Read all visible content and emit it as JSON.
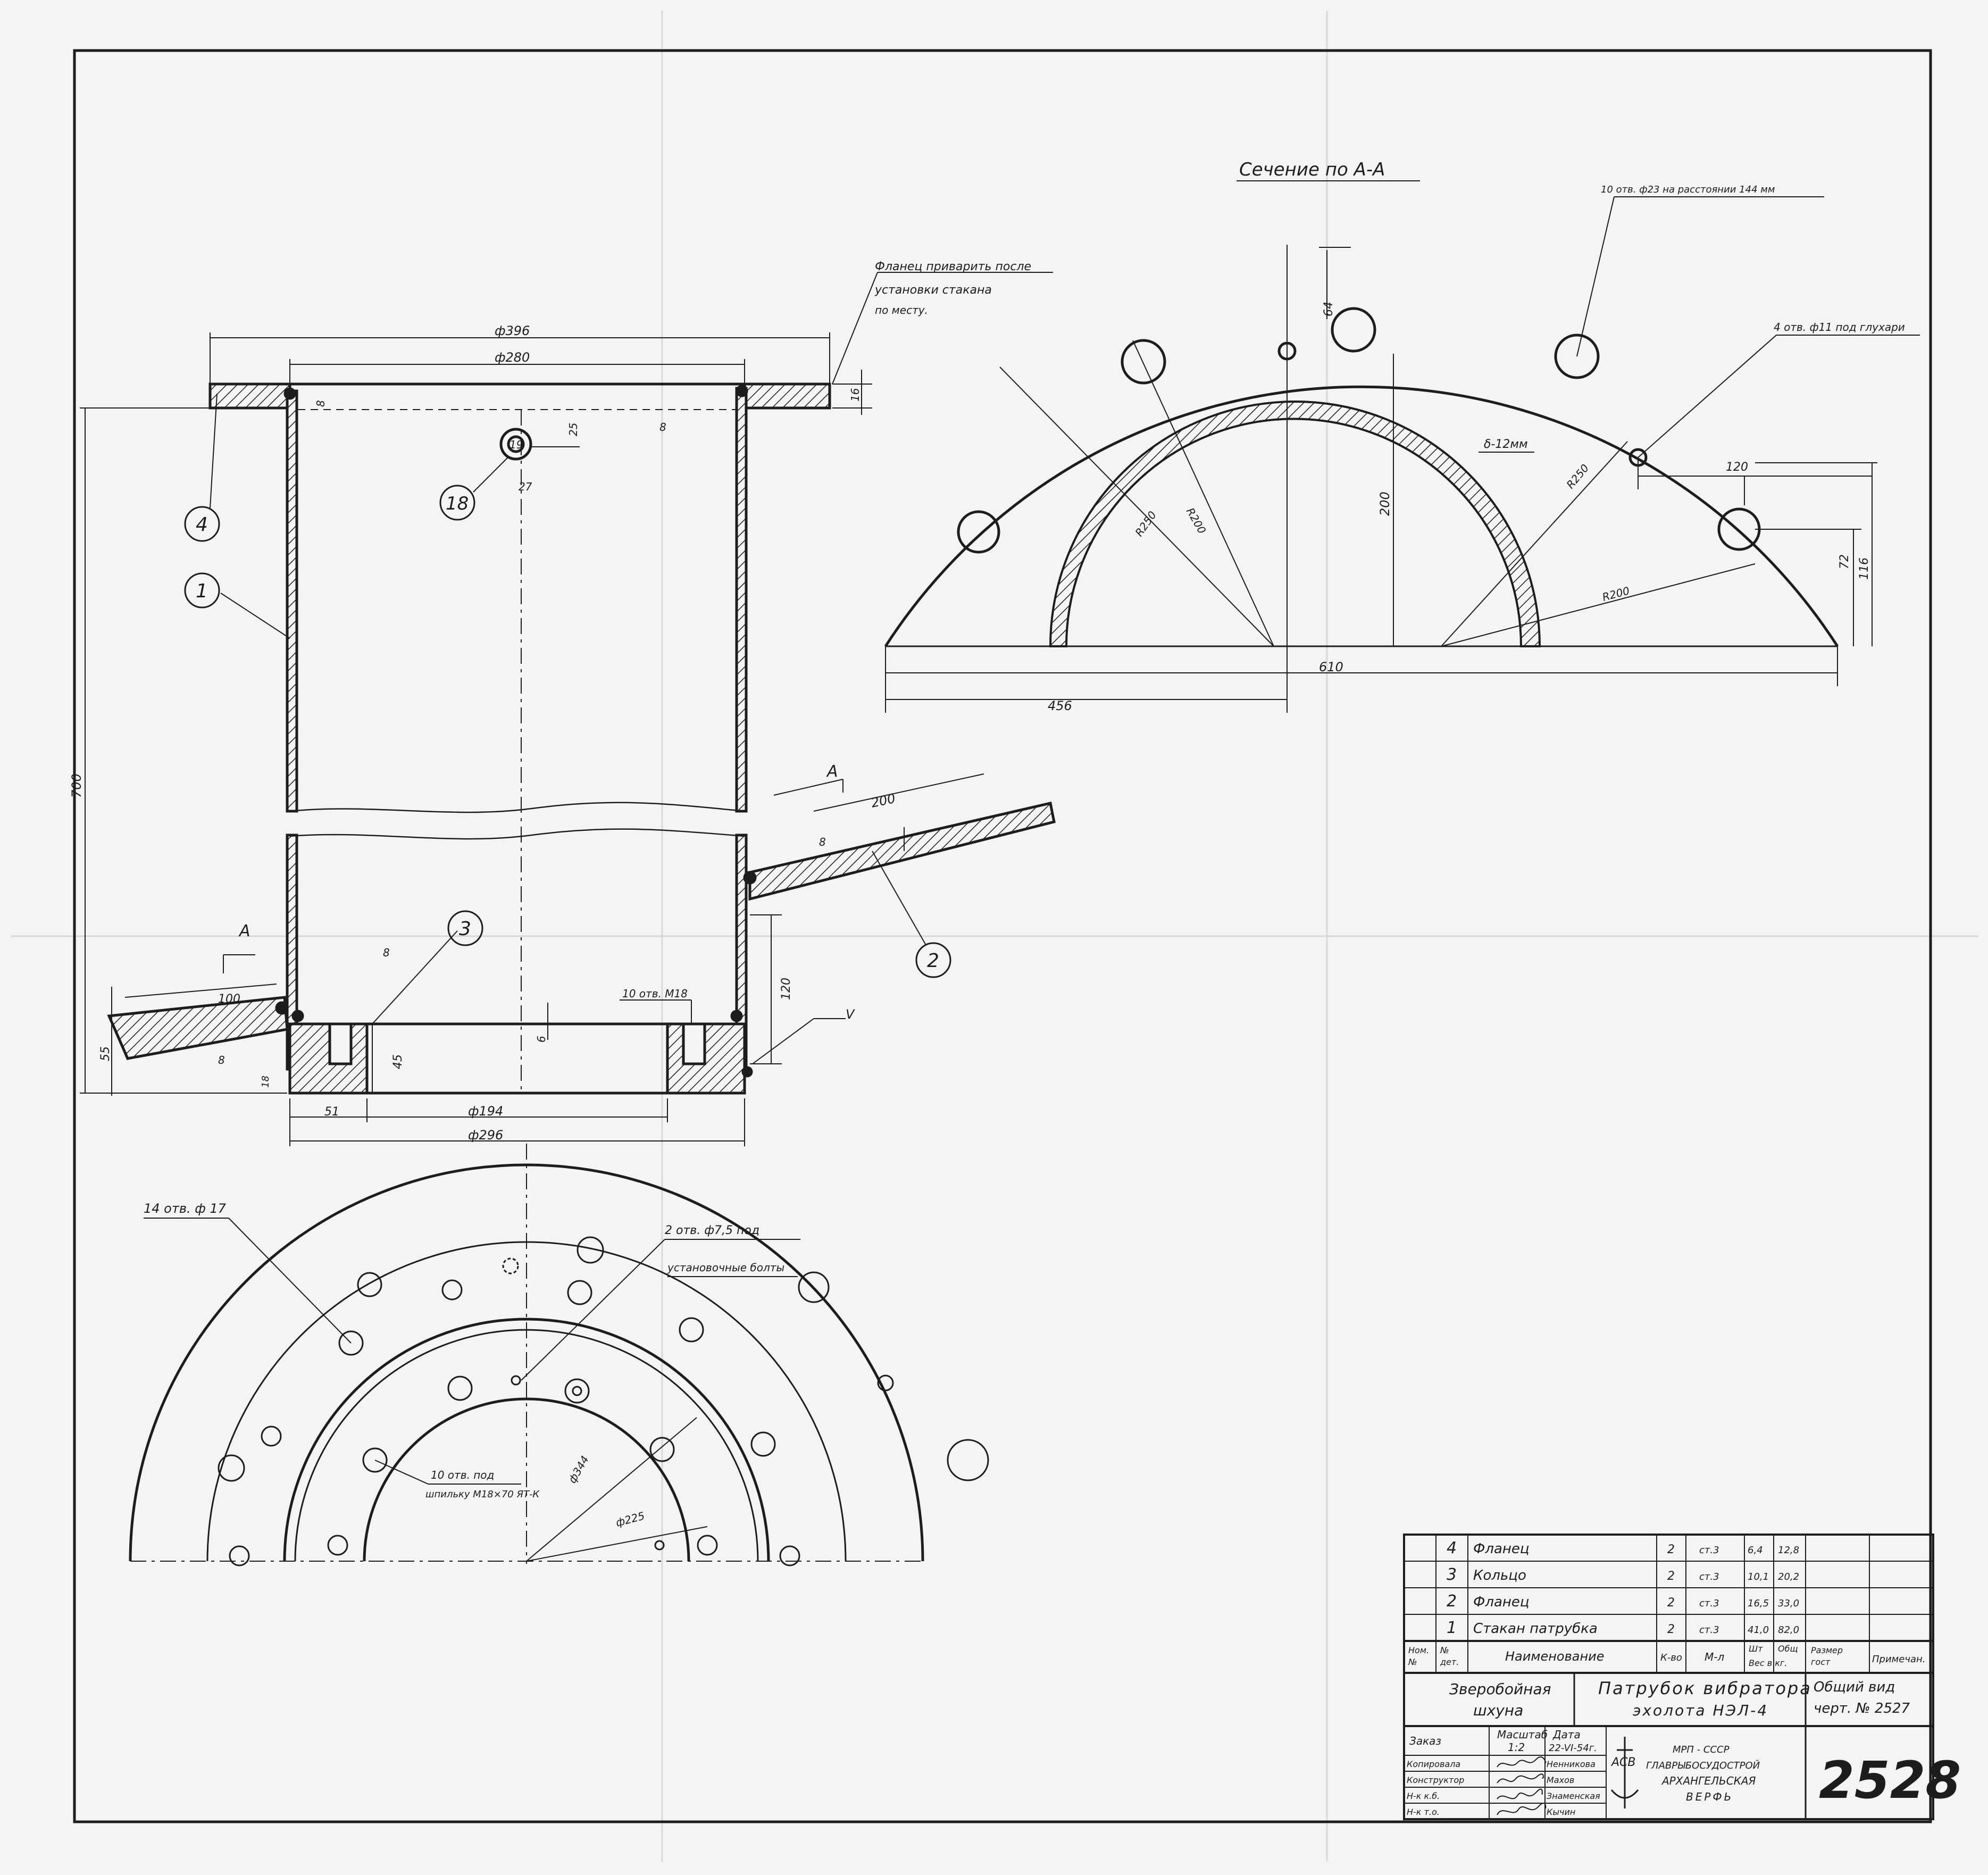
{
  "section": {
    "title": "Сечение по А-А",
    "note_holes_23": "10 отв. ф23 на расстоянии 144 мм",
    "note_holes_11": "4 отв. ф11 под глухари",
    "thickness": "δ-12мм",
    "dims": {
      "d64": "64",
      "d200": "200",
      "d120": "120",
      "d116": "116",
      "d72": "72",
      "d610": "610",
      "d456": "456"
    },
    "radii": {
      "r250a": "R250",
      "r200a": "R200",
      "r250b": "R250",
      "r200b": "R200"
    }
  },
  "elevation": {
    "note_weld": [
      "Фланец приварить после",
      "установки стакана",
      "по месту."
    ],
    "dims": {
      "d396": "ф396",
      "d280": "ф280",
      "d16": "16",
      "d8a": "8",
      "d8b": "8",
      "d25": "25",
      "d19": "19",
      "d27": "27",
      "d700": "700",
      "dA1": "А",
      "d200": "200",
      "d8c": "8",
      "dA2": "А",
      "d8d": "8",
      "d100": "100",
      "d120": "120",
      "holes": "10 отв.  М18",
      "d55": "55",
      "d8e": "8",
      "d18": "18",
      "d45": "45",
      "d6": "6",
      "dV": "V",
      "d51": "51",
      "d194": "ф194",
      "d296": "ф296"
    },
    "callouts": {
      "c1": "1",
      "c2": "2",
      "c3": "3",
      "c4": "4",
      "c18": "18"
    }
  },
  "plan": {
    "note_holes_17": "14 отв. ф 17",
    "note_bolts": [
      "2 отв. ф7,5 под",
      "установочные болты"
    ],
    "note_studs": [
      "10 отв. под",
      "шпильку М18×70 ЯТ-К"
    ],
    "d344": "ф344",
    "d225": "ф225"
  },
  "bom": {
    "rows": [
      {
        "num": "4",
        "name": "Фланец",
        "qty": "2",
        "mat": "ст.3",
        "unit": "6,4",
        "total": "12,8",
        "size": "",
        "note": ""
      },
      {
        "num": "3",
        "name": "Кольцо",
        "qty": "2",
        "mat": "ст.3",
        "unit": "10,1",
        "total": "20,2",
        "size": "",
        "note": ""
      },
      {
        "num": "2",
        "name": "Фланец",
        "qty": "2",
        "mat": "ст.3",
        "unit": "16,5",
        "total": "33,0",
        "size": "",
        "note": ""
      },
      {
        "num": "1",
        "name": "Стакан патрубка",
        "qty": "2",
        "mat": "ст.3",
        "unit": "41,0",
        "total": "82,0",
        "size": "",
        "note": ""
      }
    ],
    "header": {
      "num": [
        "Ном.",
        "№"
      ],
      "det": [
        "№",
        "дет."
      ],
      "name": "Наименование",
      "qty": "К-во",
      "mat": "М-л",
      "w1": "Шт",
      "w2": "Общ",
      "w3": "Вес в кг.",
      "size": [
        "Размер",
        "гост"
      ],
      "note": "Примечан."
    }
  },
  "titleblock": {
    "vessel": [
      "Зверобойная",
      "шхуна"
    ],
    "title": [
      "Патрубок вибратора",
      "эхолота НЭЛ-4"
    ],
    "ref": [
      "Общий вид",
      "черт. № 2527"
    ],
    "order": "Заказ",
    "scale_label": "Масштаб",
    "scale": "1:2",
    "date_label": "Дата",
    "date": "22-VI-54г.",
    "roles": [
      "Копировала",
      "Конструктор",
      "Н-к к.б.",
      "Н-к т.о."
    ],
    "names": [
      "Ненникова",
      "Махов",
      "Знаменская",
      "Кычин"
    ],
    "org": [
      "МРП - СССР",
      "ГЛАВРЫБОСУДОСТРОЙ",
      "АРХАНГЕЛЬСКАЯ",
      "ВЕРФЬ"
    ],
    "logo": "АСВ",
    "number": "2528"
  },
  "ink": "#1d1d1d",
  "paper": "#f4f4f2"
}
